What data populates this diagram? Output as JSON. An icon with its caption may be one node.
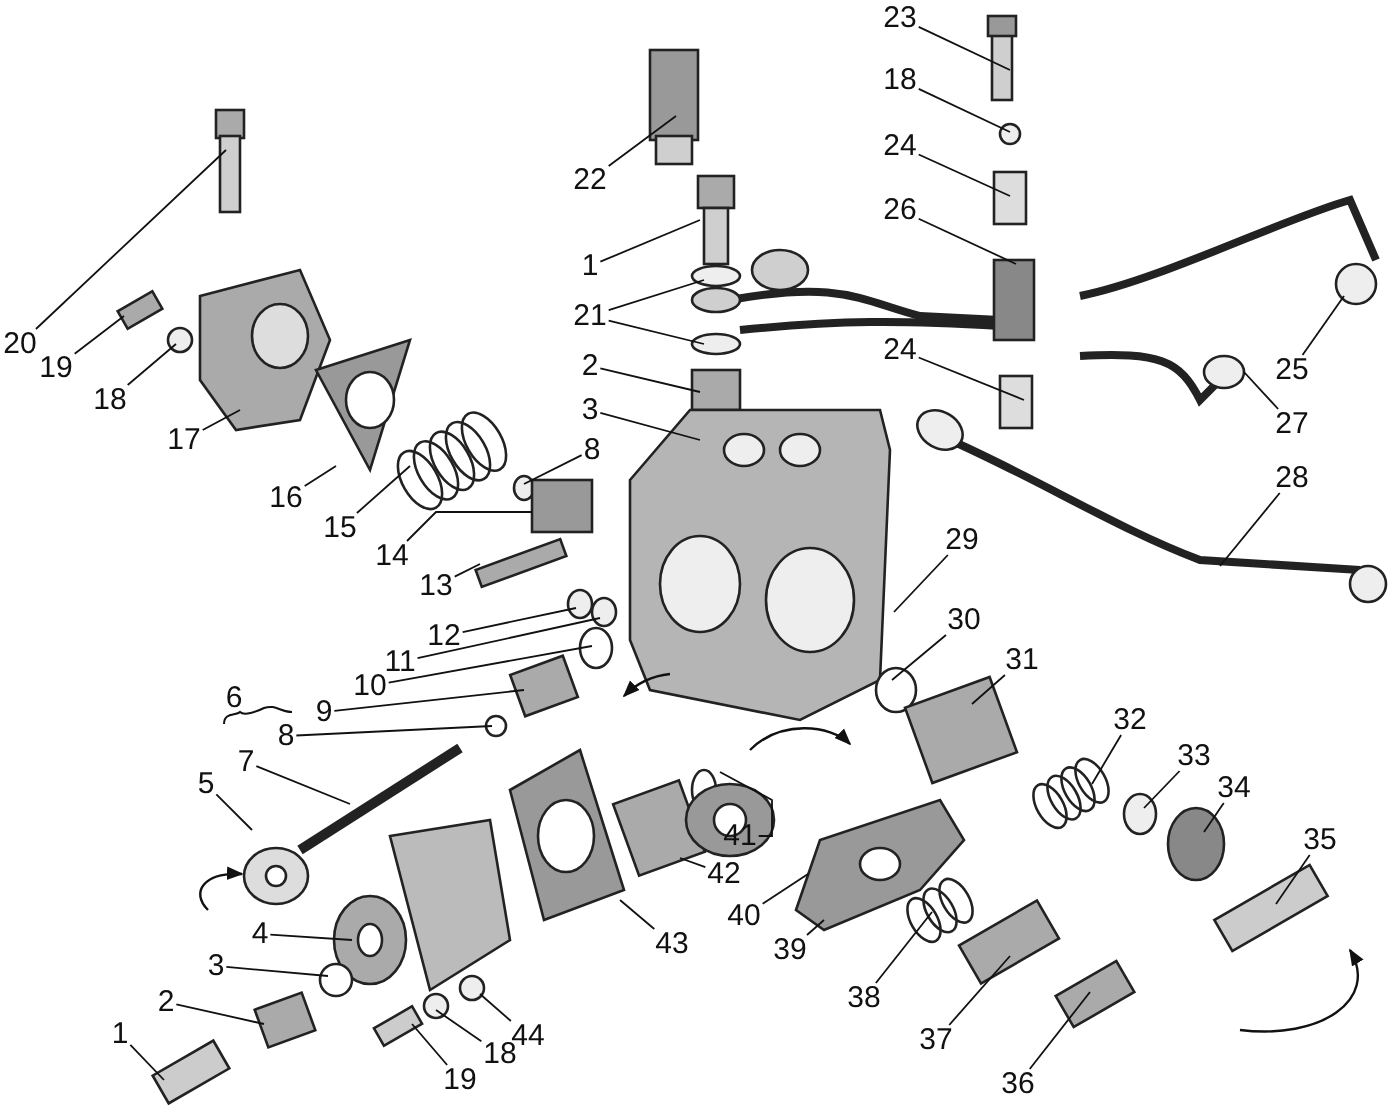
{
  "diagram": {
    "nodes": [
      {
        "text": [
          "23"
        ]
      },
      {
        "text": [
          "22"
        ]
      },
      {
        "text": [
          "18"
        ]
      },
      {
        "text": [
          "24"
        ]
      },
      {
        "text": [
          "26"
        ]
      },
      {
        "text": [
          "1"
        ]
      },
      {
        "text": [
          "21"
        ]
      },
      {
        "text": [
          "20"
        ]
      },
      {
        "text": [
          "24"
        ]
      },
      {
        "text": [
          "2"
        ]
      },
      {
        "text": [
          "19"
        ]
      },
      {
        "text": [
          "25"
        ]
      },
      {
        "text": [
          "18"
        ]
      },
      {
        "text": [
          "3"
        ]
      },
      {
        "text": [
          "27"
        ]
      },
      {
        "text": [
          "17"
        ]
      },
      {
        "text": [
          "8"
        ]
      },
      {
        "text": [
          "28"
        ]
      },
      {
        "text": [
          "16"
        ]
      },
      {
        "text": [
          "15"
        ]
      },
      {
        "text": [
          "29"
        ]
      },
      {
        "text": [
          "14"
        ]
      },
      {
        "text": [
          "13"
        ]
      },
      {
        "text": [
          "30"
        ]
      },
      {
        "text": [
          "12"
        ]
      },
      {
        "text": [
          "31"
        ]
      },
      {
        "text": [
          "11"
        ]
      },
      {
        "text": [
          "10"
        ]
      },
      {
        "text": [
          "9"
        ]
      },
      {
        "text": [
          "32"
        ]
      },
      {
        "text": [
          "8"
        ]
      },
      {
        "text": [
          "33"
        ]
      },
      {
        "text": [
          "7"
        ]
      },
      {
        "text": [
          "5"
        ]
      },
      {
        "text": [
          "34"
        ]
      },
      {
        "text": [
          "41"
        ]
      },
      {
        "text": [
          "35"
        ]
      },
      {
        "text": [
          "42"
        ]
      },
      {
        "text": [
          "40"
        ]
      },
      {
        "text": [
          "4"
        ]
      },
      {
        "text": [
          "43"
        ]
      },
      {
        "text": [
          "39"
        ]
      },
      {
        "text": [
          "3"
        ]
      },
      {
        "text": [
          "38"
        ]
      },
      {
        "text": [
          "2"
        ]
      },
      {
        "text": [
          "1"
        ]
      },
      {
        "text": [
          "44"
        ]
      },
      {
        "text": [
          "37"
        ]
      },
      {
        "text": [
          "18"
        ]
      },
      {
        "text": [
          "19"
        ]
      },
      {
        "text": [
          "36"
        ]
      }
    ],
    "edges": [
      {
        "from": 0,
        "to": null,
        "arrow": "none"
      },
      {
        "from": 1,
        "to": null,
        "arrow": "none"
      },
      {
        "from": 2,
        "to": null,
        "arrow": "none"
      },
      {
        "from": 3,
        "to": null,
        "arrow": "none"
      },
      {
        "from": 4,
        "to": null,
        "arrow": "none"
      },
      {
        "from": 5,
        "to": null,
        "arrow": "none"
      },
      {
        "from": 6,
        "to": null,
        "arrow": "none"
      },
      {
        "from": 6,
        "to": null,
        "arrow": "none"
      },
      {
        "from": 7,
        "to": null,
        "arrow": "none"
      },
      {
        "from": 8,
        "to": null,
        "arrow": "none"
      },
      {
        "from": 9,
        "to": null,
        "arrow": "none"
      },
      {
        "from": 10,
        "to": null,
        "arrow": "none"
      },
      {
        "from": 11,
        "to": null,
        "arrow": "none"
      },
      {
        "from": 12,
        "to": null,
        "arrow": "none"
      },
      {
        "from": 13,
        "to": null,
        "arrow": "none"
      },
      {
        "from": 14,
        "to": null,
        "arrow": "none"
      },
      {
        "from": 15,
        "to": null,
        "arrow": "none"
      },
      {
        "from": 16,
        "to": null,
        "arrow": "none"
      },
      {
        "from": 17,
        "to": null,
        "arrow": "none"
      },
      {
        "from": 18,
        "to": null,
        "arrow": "none"
      },
      {
        "from": 19,
        "to": null,
        "arrow": "none"
      },
      {
        "from": 20,
        "to": null,
        "arrow": "none"
      },
      {
        "from": 21,
        "to": null,
        "arrow": "none"
      },
      {
        "from": 22,
        "to": null,
        "arrow": "none"
      },
      {
        "from": 23,
        "to": null,
        "arrow": "none"
      },
      {
        "from": 24,
        "to": null,
        "arrow": "none"
      },
      {
        "from": 25,
        "to": null,
        "arrow": "none"
      },
      {
        "from": 26,
        "to": null,
        "arrow": "none"
      },
      {
        "from": 27,
        "to": null,
        "arrow": "none"
      },
      {
        "from": 28,
        "to": null,
        "arrow": "none"
      },
      {
        "from": 29,
        "to": null,
        "arrow": "none"
      },
      {
        "from": 30,
        "to": null,
        "arrow": "none"
      },
      {
        "from": 31,
        "to": null,
        "arrow": "none"
      },
      {
        "from": 32,
        "to": null,
        "arrow": "none"
      },
      {
        "from": 33,
        "to": null,
        "arrow": "none"
      },
      {
        "from": 34,
        "to": null,
        "arrow": "none"
      },
      {
        "from": 35,
        "to": null,
        "arrow": "none"
      },
      {
        "from": 36,
        "to": null,
        "arrow": "none"
      },
      {
        "from": 37,
        "to": null,
        "arrow": "none"
      },
      {
        "from": 38,
        "to": null,
        "arrow": "none"
      },
      {
        "from": 39,
        "to": null,
        "arrow": "none"
      },
      {
        "from": 40,
        "to": null,
        "arrow": "none"
      },
      {
        "from": 41,
        "to": null,
        "arrow": "none"
      },
      {
        "from": 42,
        "to": null,
        "arrow": "none"
      },
      {
        "from": 43,
        "to": null,
        "arrow": "none"
      },
      {
        "from": 44,
        "to": null,
        "arrow": "none"
      },
      {
        "from": 45,
        "to": null,
        "arrow": "none"
      },
      {
        "from": 46,
        "to": null,
        "arrow": "none"
      },
      {
        "from": 47,
        "to": null,
        "arrow": "none"
      },
      {
        "from": 48,
        "to": null,
        "arrow": "none"
      },
      {
        "from": 49,
        "to": null,
        "arrow": "none"
      },
      {
        "from": 50,
        "to": null,
        "arrow": "none"
      }
    ],
    "labels": [
      "6"
    ]
  }
}
